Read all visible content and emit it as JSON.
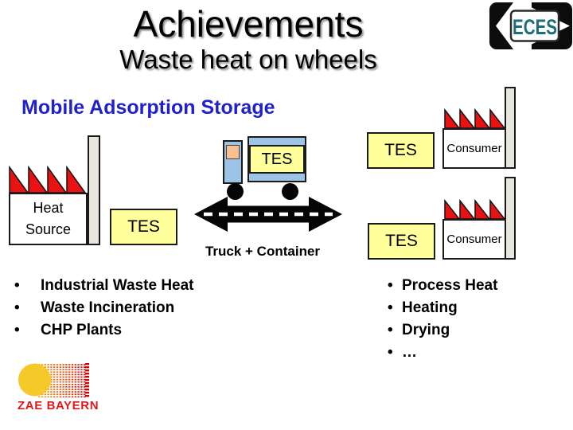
{
  "slide": {
    "title": "Achievements",
    "subtitle": "Waste heat on wheels",
    "section_heading": "Mobile Adsorption Storage"
  },
  "logos": {
    "eces": {
      "label": "ECES"
    },
    "zae_bayern": {
      "label": "ZAE BAYERN"
    }
  },
  "diagram": {
    "heat_source_label": "Heat Source",
    "heat_source_tes_label": "TES",
    "truck": {
      "container_label": "TES",
      "caption": "Truck + Container"
    },
    "consumer_top": {
      "tes_label": "TES",
      "label": "Consumer"
    },
    "consumer_bottom": {
      "tes_label": "TES",
      "label": "Consumer"
    }
  },
  "lists": {
    "bullet_char": "•",
    "left": [
      "Industrial Waste Heat",
      "Waste Incineration",
      "CHP Plants"
    ],
    "right": [
      "Process Heat",
      "Heating",
      "Drying",
      "…"
    ]
  },
  "colors": {
    "heading_blue": "#2121CC",
    "tes_yellow": "#FFFF9C",
    "truck_blue": "#9DC3E6",
    "truck_window_orange": "#FAC090",
    "roof_red": "#E81212",
    "chimney_beige": "#E9E6DD",
    "eces_teal": "#1E6E78",
    "zae_red": "#E21818",
    "zae_sun_yellow": "#F6C92B"
  }
}
